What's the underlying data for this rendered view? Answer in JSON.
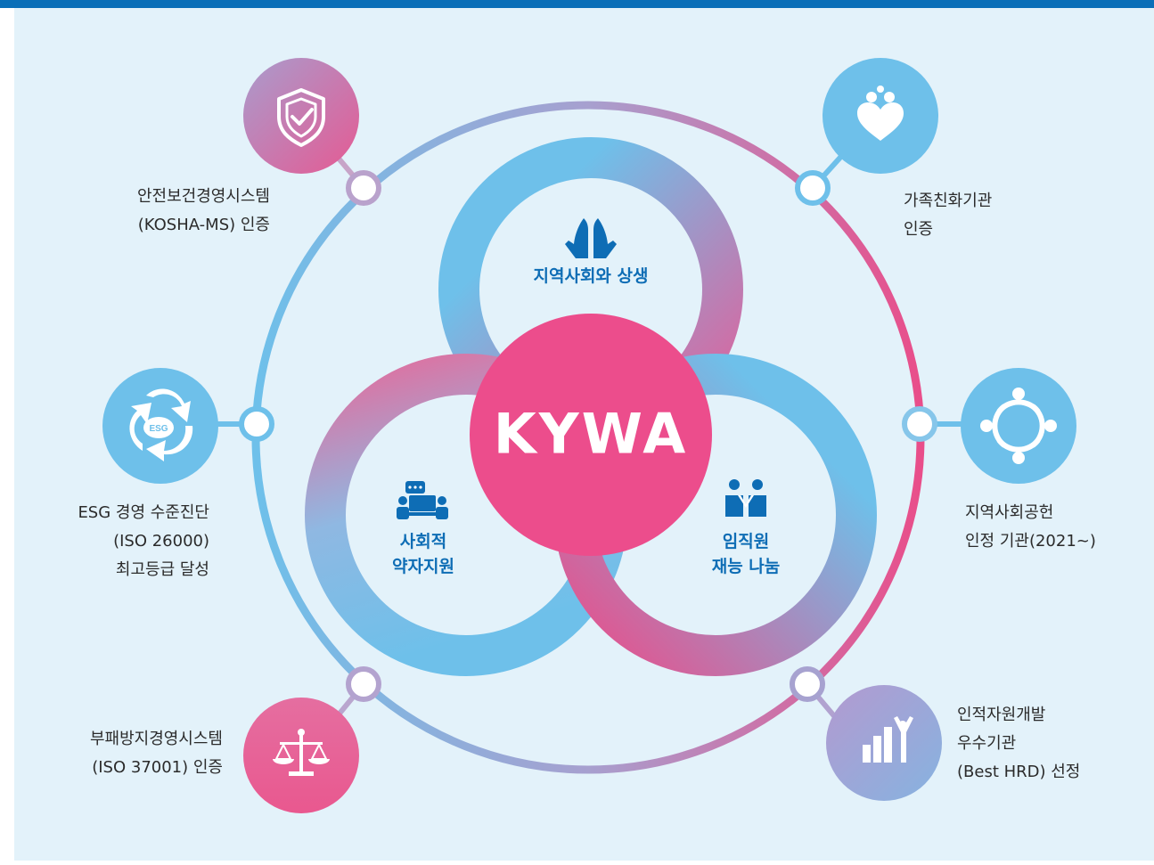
{
  "brand": "KYWA",
  "colors": {
    "top_bar": "#0a6fb8",
    "background": "#e3f2fa",
    "blue": "#6ec0ea",
    "pink": "#e94e8a",
    "purple": "#a99ccd",
    "center": "#ec4d8c",
    "label_blue": "#0e6db5"
  },
  "center_items": [
    {
      "icon": "praying-hands-icon",
      "lines": [
        "지역사회와 상생"
      ]
    },
    {
      "icon": "people-meeting-icon",
      "lines": [
        "사회적",
        "약자지원"
      ]
    },
    {
      "icon": "two-people-icon",
      "lines": [
        "임직원",
        "재능 나눔"
      ]
    }
  ],
  "certifications": [
    {
      "icon": "shield-check-icon",
      "lines": [
        "안전보건경영시스템",
        "(KOSHA-MS) 인증"
      ]
    },
    {
      "icon": "family-heart-icon",
      "lines": [
        "가족친화기관",
        "인증"
      ]
    },
    {
      "icon": "esg-recycle-icon",
      "lines": [
        "ESG 경영 수준진단",
        "(ISO 26000)",
        "최고등급 달성"
      ]
    },
    {
      "icon": "community-network-icon",
      "lines": [
        "지역사회공헌",
        "인정 기관(2021~)"
      ]
    },
    {
      "icon": "scales-icon",
      "lines": [
        "부패방지경영시스템",
        "(ISO 37001) 인증"
      ]
    },
    {
      "icon": "growth-person-icon",
      "lines": [
        "인적자원개발",
        "우수기관",
        "(Best HRD) 선정"
      ]
    }
  ]
}
